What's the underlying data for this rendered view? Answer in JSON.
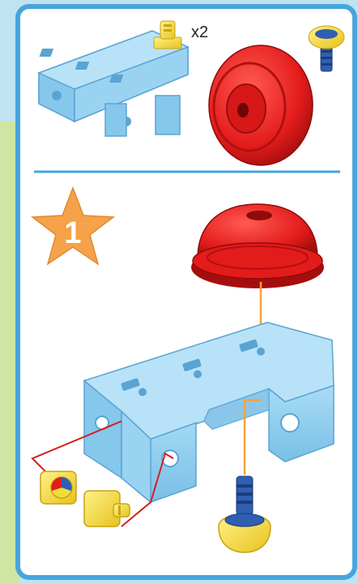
{
  "parts": {
    "pin_count": "x2"
  },
  "step": {
    "number": "1"
  },
  "colors": {
    "panel_border": "#47a5dd",
    "panel_bg": "#ffffff",
    "side_strip": "#cfe6a2",
    "bracket": "#8fcdf0",
    "bracket_shade": "#6fb2dc",
    "dome": "#e31b1b",
    "dome_shade": "#a50e0e",
    "pin": "#f4dc3a",
    "screw": "#2f5fb2",
    "star": "#f5a24a",
    "guide_red": "#d41e1e",
    "guide_orange": "#f2a33a"
  },
  "icons": [
    "bracket-part",
    "pin-part",
    "dome-cap-part",
    "screw-part",
    "step-star-icon"
  ]
}
